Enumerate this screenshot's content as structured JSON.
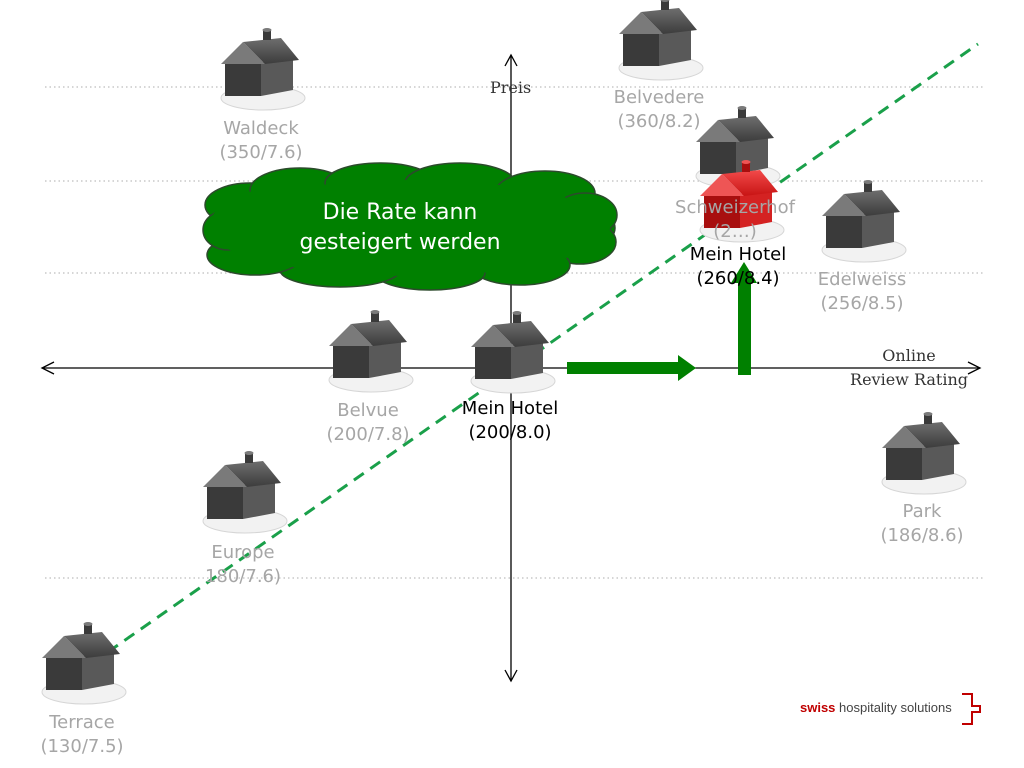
{
  "axes": {
    "y_label": "Preis",
    "x_label_line1": "Online",
    "x_label_line2": "Review Rating"
  },
  "cloud": {
    "line1": "Die Rate kann",
    "line2": "gesteigert werden"
  },
  "hotels": [
    {
      "name": "Waldeck",
      "value": "(350/7.6)",
      "mine": false
    },
    {
      "name": "Belvedere",
      "value": "(360/8.2)",
      "mine": false
    },
    {
      "name": "Schweizerhof",
      "value": "(2…)",
      "mine": false
    },
    {
      "name": "Edelweiss",
      "value": "(256/8.5)",
      "mine": false
    },
    {
      "name": "Belvue",
      "value": "(200/7.8)",
      "mine": false
    },
    {
      "name": "Mein Hotel",
      "value": "(200/8.0)",
      "mine": true
    },
    {
      "name": "Mein Hotel",
      "value": "(260/8.4)",
      "mine": true
    },
    {
      "name": "Europe",
      "value": "180/7.6)",
      "mine": false
    },
    {
      "name": "Park",
      "value": "(186/8.6)",
      "mine": false
    },
    {
      "name": "Terrace",
      "value": "(130/7.5)",
      "mine": false
    }
  ],
  "brand": {
    "strong": "swiss",
    "rest": " hospitality solutions"
  },
  "colors": {
    "arrow": "#008000",
    "trend": "#1aa04a",
    "house": "#555555",
    "house_mine": "#e52222",
    "cloud": "#008000"
  }
}
